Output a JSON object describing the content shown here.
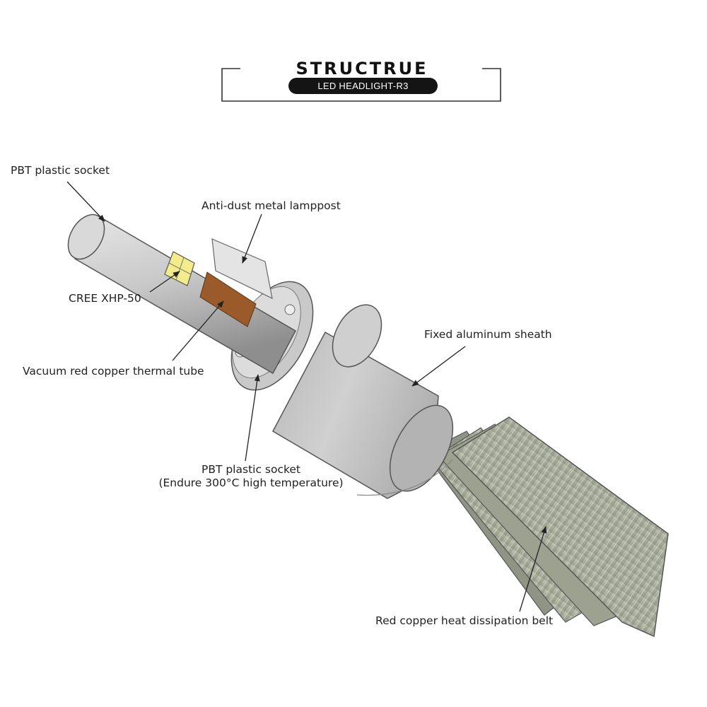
{
  "header": {
    "title": "STRUCTRUE",
    "subtitle": "LED HEADLIGHT-R3"
  },
  "labels": {
    "pbt_socket_top": "PBT plastic socket",
    "anti_dust": "Anti-dust metal lamppost",
    "cree_chip": "CREE XHP-50",
    "thermal_tube": "Vacuum red copper thermal tube",
    "aluminum_sheath": "Fixed aluminum sheath",
    "pbt_socket_bottom_line1": "PBT plastic socket",
    "pbt_socket_bottom_line2": "(Endure 300°C high temperature)",
    "heat_belt": "Red copper heat dissipation belt"
  },
  "colors": {
    "body_gray": "#c4c4c4",
    "copper": "#9b5a2a",
    "chip_yellow": "#f4ec8a",
    "belt_gray": "#a8ae9c"
  }
}
